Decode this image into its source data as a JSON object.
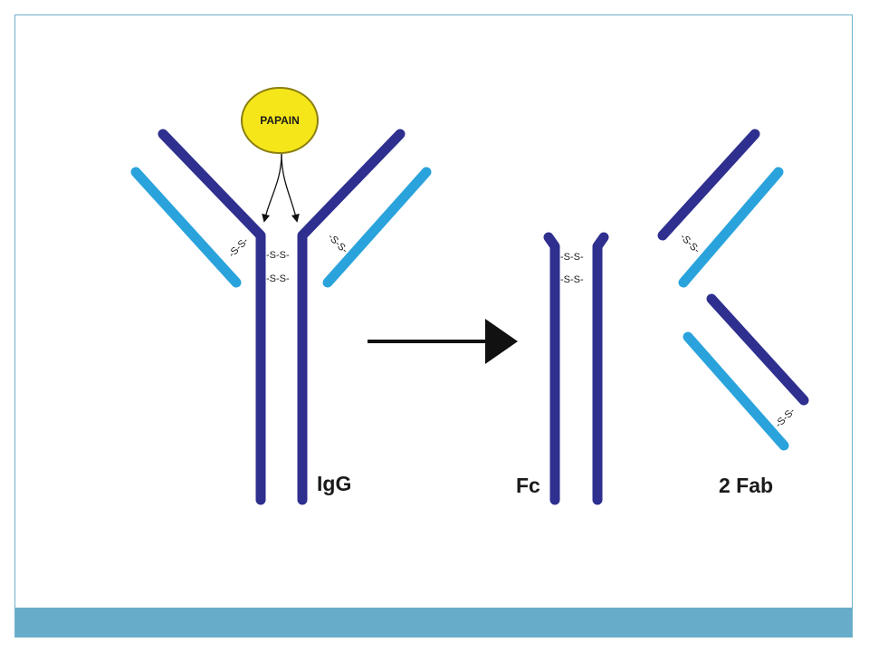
{
  "labels": {
    "enzyme": "PAPAIN",
    "igg": "IgG",
    "fc": "Fc",
    "fab": "2 Fab",
    "disulfide": "-S-S-"
  },
  "colors": {
    "heavy_chain": "#2e2f8f",
    "light_chain": "#2aa3dc",
    "enzyme_fill": "#f5e61a",
    "enzyme_stroke": "#8a7f10",
    "frame_border": "#6fb0cb",
    "footer_bar": "#67adc9",
    "arrow": "#111111"
  }
}
